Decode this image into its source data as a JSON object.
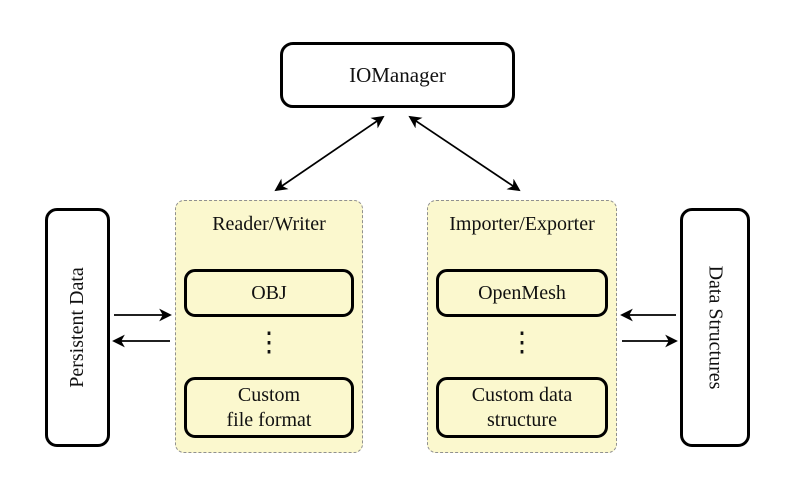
{
  "nodes": {
    "io_manager": {
      "label": "IOManager"
    },
    "persistent_data": {
      "label": "Persistent Data"
    },
    "data_structures": {
      "label": "Data Structures"
    },
    "reader_writer": {
      "title": "Reader/Writer",
      "items": [
        {
          "label": "OBJ"
        },
        {
          "label": "Custom\nfile format"
        }
      ],
      "ellipsis": "⋮"
    },
    "importer_exporter": {
      "title": "Importer/Exporter",
      "items": [
        {
          "label": "OpenMesh"
        },
        {
          "label": "Custom data\nstructure"
        }
      ],
      "ellipsis": "⋮"
    }
  },
  "colors": {
    "background": "#ffffff",
    "group_fill": "#fbf8ce",
    "group_border": "#909090",
    "node_fill": "#ffffff",
    "node_border": "#000000",
    "arrow": "#000000",
    "text": "#111111"
  }
}
